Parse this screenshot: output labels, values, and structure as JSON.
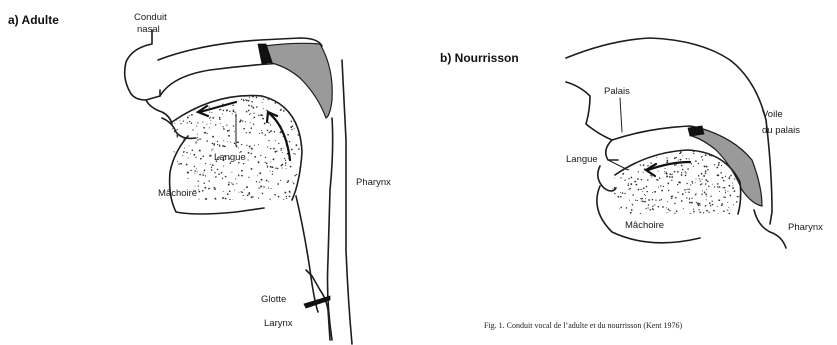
{
  "figure": {
    "panel_a": {
      "title": "a) Adulte",
      "labels": {
        "conduit_line1": "Conduit",
        "conduit_line2": "nasal",
        "langue": "Langue",
        "machoire": "Mâchoire",
        "pharynx": "Pharynx",
        "glotte": "Glotte",
        "larynx": "Larynx"
      }
    },
    "panel_b": {
      "title": "b) Nourrisson",
      "labels": {
        "palais": "Palais",
        "voile_line1": "Voile",
        "voile_line2": "du palais",
        "langue": "Langue",
        "machoire": "Mâchoire",
        "pharynx": "Pharynx"
      }
    },
    "caption": "Fig. 1. Conduit vocal de l’adulte et du nourrisson (Kent 1976)"
  }
}
